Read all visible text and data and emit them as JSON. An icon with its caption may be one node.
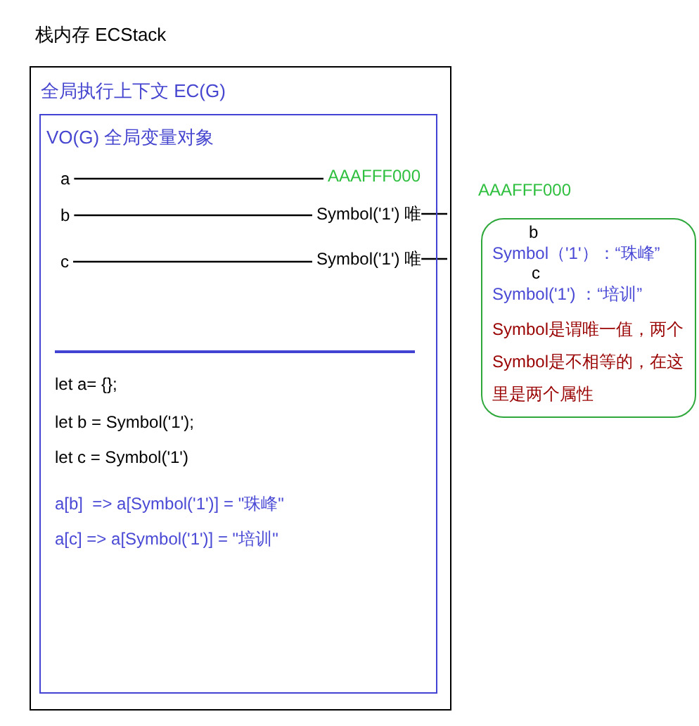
{
  "diagram": {
    "title": "栈内存 ECStack",
    "nodes": [
      {
        "text": [
          "全局执行上下文 EC(G)"
        ]
      },
      {
        "text": [
          "VO(G) 全局变量对象"
        ],
        "in": 0
      },
      {
        "text": [
          "a"
        ],
        "in": 1
      },
      {
        "text": [
          "AAAFFF000"
        ],
        "in": 1
      },
      {
        "text": [
          "b"
        ],
        "in": 1
      },
      {
        "text": [
          "Symbol('1') 唯"
        ],
        "in": 1
      },
      {
        "text": [
          "c"
        ],
        "in": 1
      },
      {
        "text": [
          "Symbol('1') 唯"
        ],
        "in": 1
      },
      {
        "text": [
          "AAAFFF000",
          "b",
          "Symbol（'1'）：“珠峰”",
          "c",
          "Symbol('1') ：“培训”",
          "Symbol是谓唯一值，两个Symbol是不相等的，在这里是两个属性"
        ]
      }
    ],
    "edges": [
      {
        "from": 2,
        "to": 3,
        "arrow": "none"
      },
      {
        "from": 4,
        "to": 5,
        "arrow": "none"
      },
      {
        "from": 6,
        "to": 7,
        "arrow": "none"
      },
      {
        "from": 5,
        "to": null,
        "arrow": "none"
      },
      {
        "from": 7,
        "to": null,
        "arrow": "none"
      }
    ],
    "labels": [
      "let a= {};",
      "let b = Symbol('1');",
      "let c = Symbol('1')",
      "a[b]  => a[Symbol('1')] = \"珠峰\"",
      "a[c] => a[Symbol('1')] = \"培训\""
    ]
  }
}
